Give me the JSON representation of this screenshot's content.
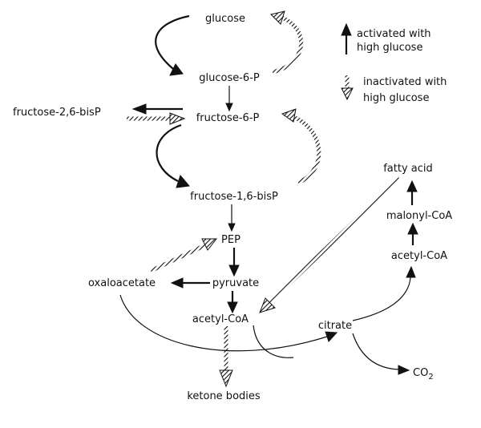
{
  "nodes": {
    "glucose": "glucose",
    "glucose_6_p": "glucose-6-P",
    "fructose_6_p": "fructose-6-P",
    "fructose_2_6_bisp": "fructose-2,6-bisP",
    "fructose_1_6_bisp": "fructose-1,6-bisP",
    "pep": "PEP",
    "pyruvate": "pyruvate",
    "oxaloacetate": "oxaloacetate",
    "acetyl_coa_main": "acetyl-CoA",
    "ketone_bodies": "ketone bodies",
    "citrate": "citrate",
    "co2": "CO",
    "co2_subscript": "2",
    "acetyl_coa_right": "acetyl-CoA",
    "malonyl_coa": "malonyl-CoA",
    "fatty_acid": "fatty acid"
  },
  "legend": {
    "activated_line1": "activated with",
    "activated_line2": "high glucose",
    "inactivated_line1": "inactivated with",
    "inactivated_line2": "high glucose"
  }
}
